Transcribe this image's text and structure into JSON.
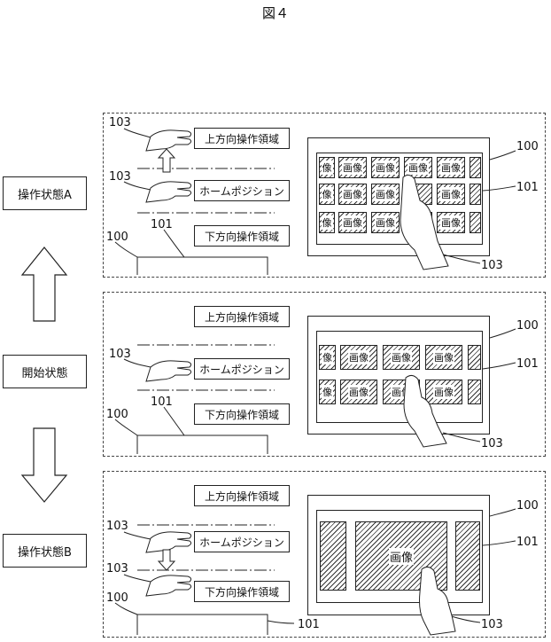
{
  "figure": {
    "title": "図４"
  },
  "states": {
    "state_a": "操作状態A",
    "start": "開始状態",
    "state_b": "操作状態B"
  },
  "regions": {
    "upper": "上方向操作領域",
    "home": "ホームポジション",
    "lower": "下方向操作領域"
  },
  "refs": {
    "display": "100",
    "screen": "101",
    "hand": "103"
  },
  "tiles": {
    "image": "画像",
    "partial_left": "像",
    "partial_left2": "像"
  }
}
